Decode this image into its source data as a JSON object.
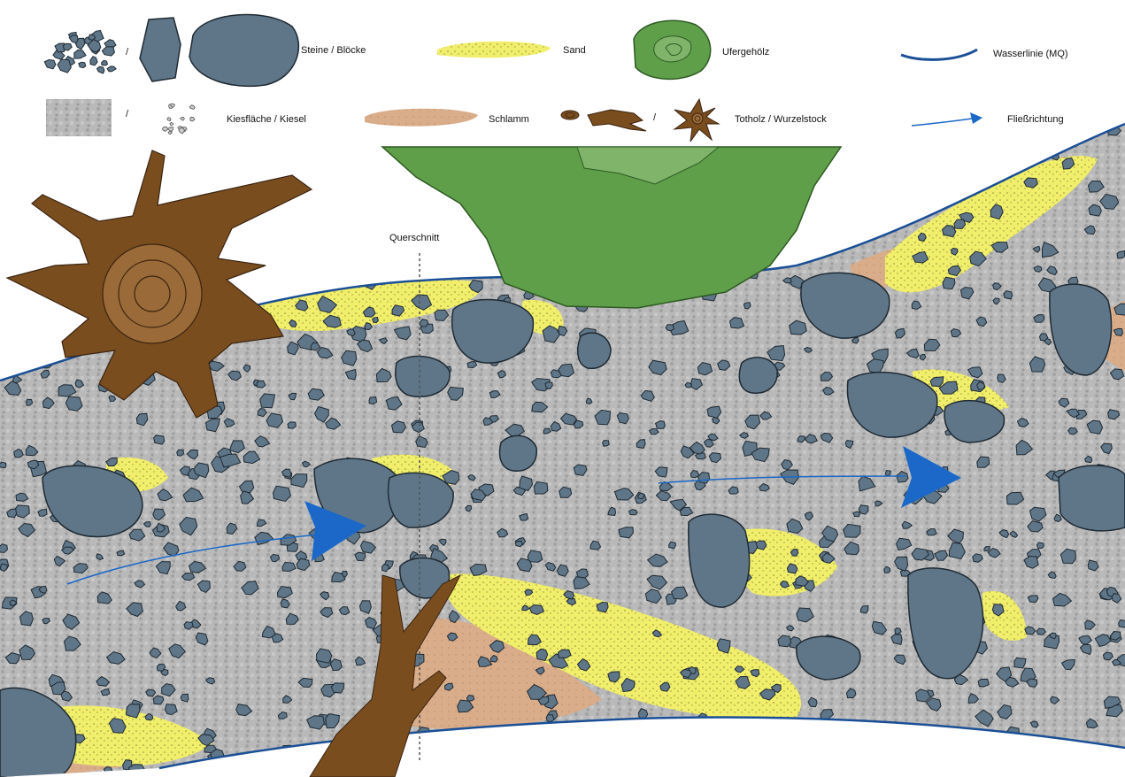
{
  "legend": {
    "items": [
      {
        "key": "stones",
        "label": "Steine / Blöcke",
        "icon": "stones-blocks-icon",
        "separator": "/"
      },
      {
        "key": "sand",
        "label": "Sand",
        "icon": "sand-patch-icon"
      },
      {
        "key": "riparian",
        "label": "Ufergehölz",
        "icon": "riparian-wood-icon"
      },
      {
        "key": "waterline",
        "label": "Wasserlinie (MQ)",
        "icon": "water-line-icon"
      },
      {
        "key": "gravel",
        "label": "Kiesfläche / Kiesel",
        "icon": "gravel-pebbles-icon",
        "separator": "/"
      },
      {
        "key": "mud",
        "label": "Schlamm",
        "icon": "mud-patch-icon"
      },
      {
        "key": "deadwood",
        "label": "Totholz / Wurzelstock",
        "icon": "deadwood-rootstock-icon",
        "separator": "/"
      },
      {
        "key": "flow",
        "label": "Fließrichtung",
        "icon": "flow-arrow-icon"
      }
    ]
  },
  "map": {
    "cross_section_label": "Querschnitt"
  },
  "colors": {
    "gravel": "#b9b9b9",
    "stone": "#5f7688",
    "stone_outline": "#1f2a33",
    "sand": "#f0ee6a",
    "mud": "#d9ac8a",
    "riparian": "#5f9f4a",
    "riparian_light": "#7fb46a",
    "wood": "#7a4d1f",
    "wood_ring": "#9a6a38",
    "water_line": "#1a4f96",
    "flow_arrow": "#1b68c9"
  }
}
